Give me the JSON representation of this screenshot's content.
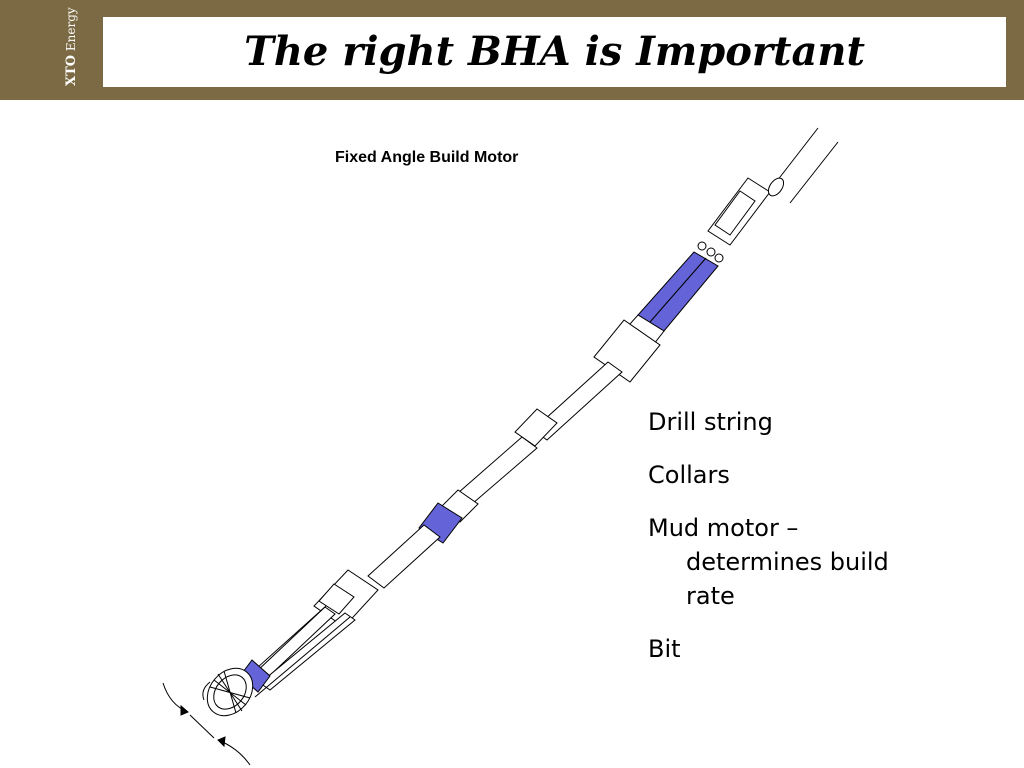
{
  "header": {
    "brand_line": "XTO",
    "brand_sub": "Energy",
    "title": "The right BHA is Important",
    "band_color": "#7b6a43"
  },
  "diagram": {
    "label": "Fixed Angle Build Motor",
    "highlight_color": "#6464d8",
    "components": [
      "drill-string",
      "collar",
      "mud-motor",
      "bit"
    ]
  },
  "bullets": {
    "item1": "Drill string",
    "item2": "Collars",
    "item3_line1": "Mud motor –",
    "item3_line2": "determines build",
    "item3_line3": "rate",
    "item4": "Bit"
  }
}
